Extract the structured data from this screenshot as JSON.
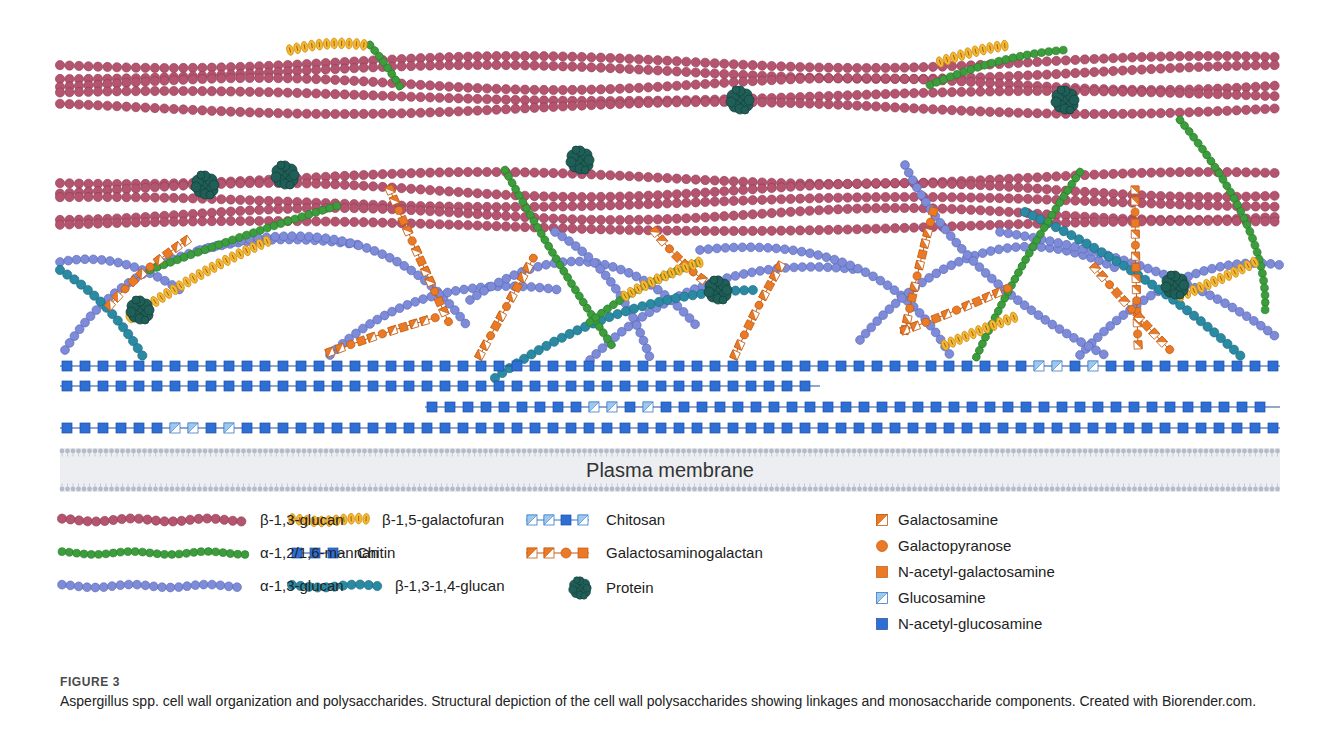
{
  "diagram": {
    "caption": "Aspergillus spp. cell wall organization and polysaccharides. Structural depiction of the cell wall polysaccharides showing linkages and monosaccharide components. Created with Biorender.com.",
    "nodes": [
      {
        "text": [
          "Plasma membrane"
        ]
      }
    ],
    "labels": [
      "FIGURE 3"
    ],
    "legend": [
      {
        "text": "β-1,3-glucan"
      },
      {
        "text": "α-1,2/1,6-mannan"
      },
      {
        "text": "α-1,3-glucan"
      },
      {
        "text": "β-1,5-galactofuran"
      },
      {
        "text": "Chitin"
      },
      {
        "text": "β-1,3-1,4-glucan"
      },
      {
        "text": "Chitosan"
      },
      {
        "text": "Galactosaminogalactan"
      },
      {
        "text": "Protein"
      },
      {
        "text": "Galactosamine"
      },
      {
        "text": "Galactopyranose"
      },
      {
        "text": "N-acetyl-galactosamine"
      },
      {
        "text": "Glucosamine"
      },
      {
        "text": "N-acetyl-glucosamine"
      }
    ]
  }
}
